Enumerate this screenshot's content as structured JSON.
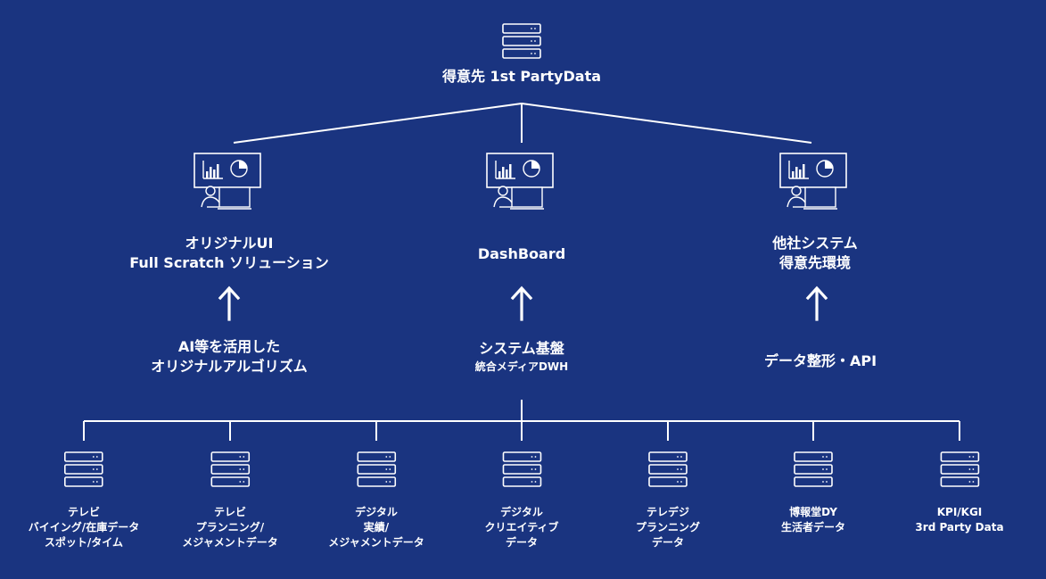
{
  "root": {
    "label": "得意先 1st PartyData",
    "icon": "database-icon"
  },
  "outputs": [
    {
      "lines": [
        "オリジナルUI",
        "Full Scratch ソリューション"
      ],
      "icon": "dashboard-workstation-icon"
    },
    {
      "lines": [
        "DashBoard"
      ],
      "icon": "dashboard-workstation-icon"
    },
    {
      "lines": [
        "他社システム",
        "得意先環境"
      ],
      "icon": "dashboard-workstation-icon"
    }
  ],
  "layers": [
    {
      "title_lines": [
        "AI等を活用した",
        "オリジナルアルゴリズム"
      ],
      "sub": ""
    },
    {
      "title_lines": [
        "システム基盤"
      ],
      "sub": "統合メディアDWH"
    },
    {
      "title_lines": [
        "データ整形・API"
      ],
      "sub": ""
    }
  ],
  "sources": [
    {
      "lines": [
        "テレビ",
        "バイイング/在庫データ",
        "スポット/タイム"
      ],
      "icon": "database-icon"
    },
    {
      "lines": [
        "テレビ",
        "プランニング/",
        "メジャメントデータ"
      ],
      "icon": "database-icon"
    },
    {
      "lines": [
        "デジタル",
        "実績/",
        "メジャメントデータ"
      ],
      "icon": "database-icon"
    },
    {
      "lines": [
        "デジタル",
        "クリエイティブ",
        "データ"
      ],
      "icon": "database-icon"
    },
    {
      "lines": [
        "テレデジ",
        "プランニング",
        "データ"
      ],
      "icon": "database-icon"
    },
    {
      "lines": [
        "博報堂DY",
        "生活者データ"
      ],
      "icon": "database-icon"
    },
    {
      "lines": [
        "KPI/KGI",
        "3rd Party Data"
      ],
      "icon": "database-icon"
    }
  ],
  "colors": {
    "background": "#1a3480",
    "foreground": "#ffffff"
  }
}
